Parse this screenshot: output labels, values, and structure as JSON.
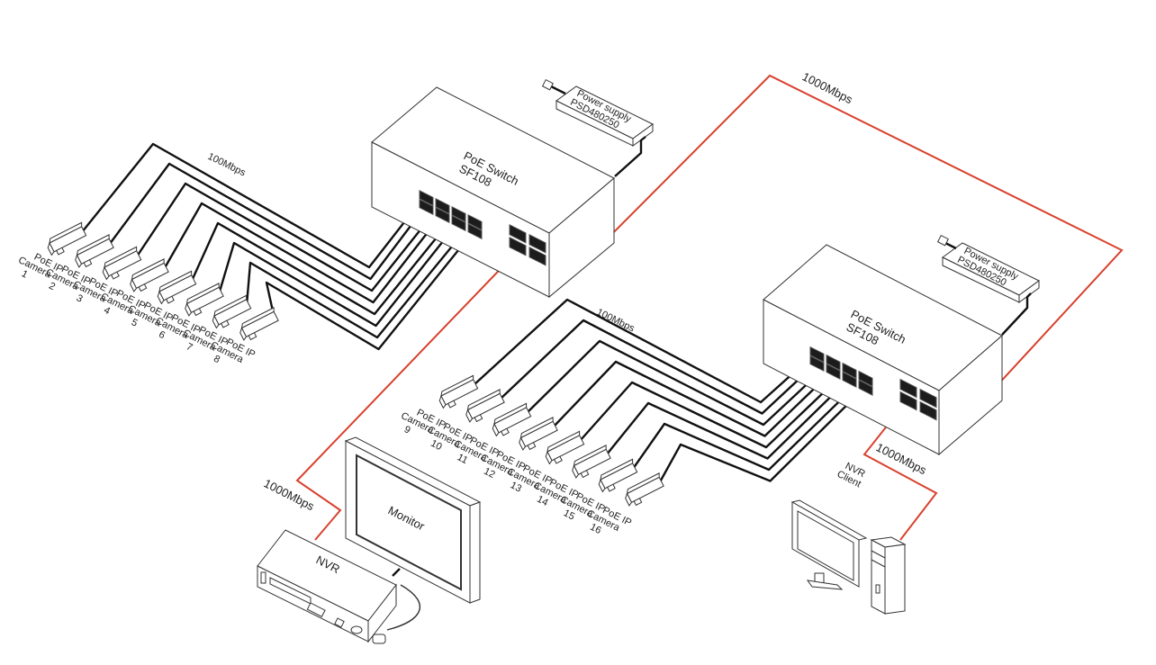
{
  "diagram": {
    "title": "",
    "colors": {
      "gigabit_link": "#d8412d",
      "fast_link": "#111111",
      "outline": "#333333",
      "background": "#ffffff"
    },
    "switches": [
      {
        "id": "switch-1",
        "label_line1": "PoE Switch",
        "label_line2": "SF108",
        "poe_ports": 8,
        "uplink_ports": 4
      },
      {
        "id": "switch-2",
        "label_line1": "PoE Switch",
        "label_line2": "SF108",
        "poe_ports": 8,
        "uplink_ports": 4
      }
    ],
    "power_supplies": [
      {
        "id": "psu-1",
        "label_line1": "Power supply",
        "label_line2": "PSD480250"
      },
      {
        "id": "psu-2",
        "label_line1": "Power supply",
        "label_line2": "PSD480250"
      }
    ],
    "camera_groups": [
      {
        "switch": "switch-1",
        "link_label": "100Mbps",
        "cameras": [
          {
            "line1": "PoE IP",
            "line2": "Camera",
            "num": "1"
          },
          {
            "line1": "PoE IP",
            "line2": "Camera",
            "num": "2"
          },
          {
            "line1": "PoE IP",
            "line2": "Camera",
            "num": "3"
          },
          {
            "line1": "PoE IP",
            "line2": "Camera",
            "num": "4"
          },
          {
            "line1": "PoE IP",
            "line2": "Camera",
            "num": "5"
          },
          {
            "line1": "PoE IP",
            "line2": "Camera",
            "num": "6"
          },
          {
            "line1": "PoE IP",
            "line2": "Camera",
            "num": "7"
          },
          {
            "line1": "PoE IP",
            "line2": "Camera",
            "num": "8"
          }
        ]
      },
      {
        "switch": "switch-2",
        "link_label": "100Mbps",
        "cameras": [
          {
            "line1": "PoE IP",
            "line2": "Camera",
            "num": "9"
          },
          {
            "line1": "PoE IP",
            "line2": "Camera",
            "num": "10"
          },
          {
            "line1": "PoE IP",
            "line2": "Camera",
            "num": "11"
          },
          {
            "line1": "PoE IP",
            "line2": "Camera",
            "num": "12"
          },
          {
            "line1": "PoE IP",
            "line2": "Camera",
            "num": "13"
          },
          {
            "line1": "PoE IP",
            "line2": "Camera",
            "num": "14"
          },
          {
            "line1": "PoE IP",
            "line2": "Camera",
            "num": "15"
          },
          {
            "line1": "PoE IP",
            "line2": "Camera",
            "num": "16"
          }
        ]
      }
    ],
    "links": [
      {
        "from": "switch-1",
        "to": "switch-2",
        "label": "1000Mbps"
      },
      {
        "from": "switch-1",
        "to": "nvr",
        "label": "1000Mbps"
      },
      {
        "from": "switch-2",
        "to": "nvr-client",
        "label": "1000Mbps"
      }
    ],
    "nvr": {
      "label": "NVR"
    },
    "monitor": {
      "label": "Monitor"
    },
    "nvr_client": {
      "label_line1": "NVR",
      "label_line2": "Client"
    }
  }
}
